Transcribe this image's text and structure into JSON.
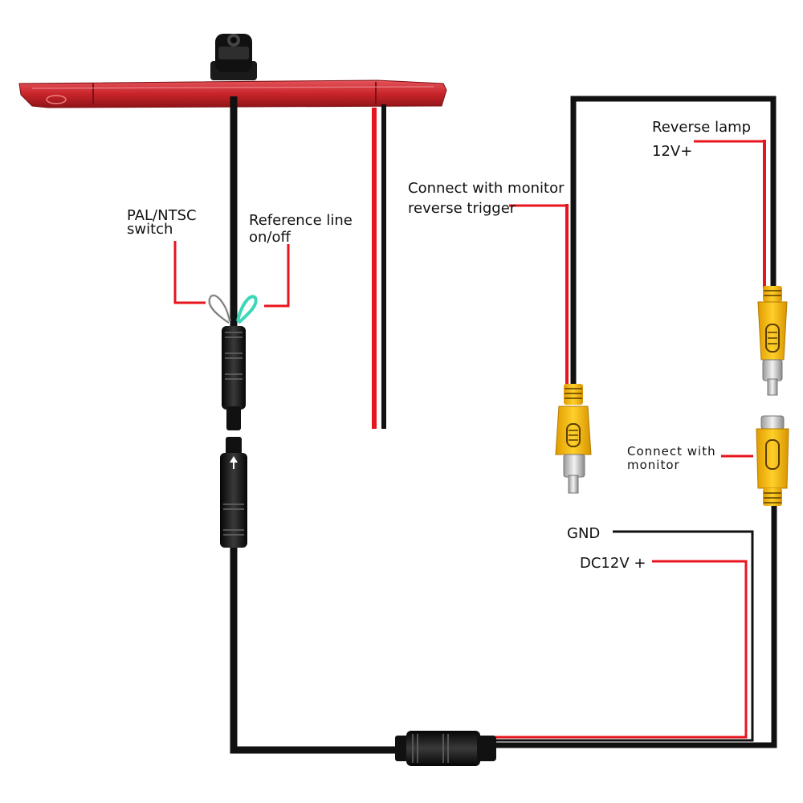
{
  "colors": {
    "wire_black": "#111111",
    "wire_red": "#e8141c",
    "brake_light": "#c8242a",
    "rca_yellow": "#f4b800",
    "loop_cyan": "#3ad8b8"
  },
  "labels": {
    "pal_ntsc": "PAL/NTSC\nswitch",
    "reference_line": "Reference line\non/off",
    "monitor_trigger": "Connect with monitor\nreverse trigger",
    "reverse_lamp": "Reverse lamp",
    "reverse_lamp_voltage": "12V+",
    "connect_monitor": "Connect with\nmonitor",
    "gnd": "GND",
    "dc12v": "DC12V +"
  },
  "icons": {
    "camera": "camera-icon",
    "brake_light": "brake-light-icon",
    "rca_male": "rca-male-plug-icon",
    "rca_female": "rca-female-plug-icon",
    "connector": "4-pin-connector-icon"
  }
}
